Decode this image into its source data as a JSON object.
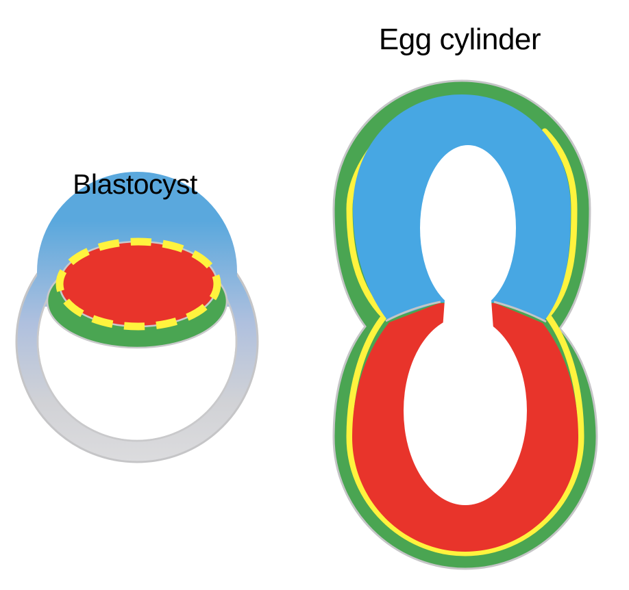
{
  "labels": {
    "blastocyst": "Blastocyst",
    "egg_cylinder": "Egg cylinder"
  },
  "colors": {
    "background": "#ffffff",
    "text": "#000000",
    "outline_gray": "#c5c5c7",
    "green": "#4aa552",
    "red": "#e8342b",
    "yellow": "#fff33e",
    "blue": "#47a7e3",
    "cavity_white": "#ffffff",
    "ring_top_blue": "#5aa8dd",
    "ring_mid_lavender": "#afc0de",
    "ring_bottom_gray": "#dcdcde"
  },
  "figure": {
    "stages": [
      {
        "label": "Blastocyst",
        "layers": [
          "outer ring with blue-to-gray gradient",
          "blue cap region",
          "green layer ellipse",
          "red inner mass ellipse",
          "yellow dashed boundary",
          "white cavity"
        ]
      },
      {
        "label": "Egg cylinder",
        "layers": [
          "green outer layer (figure-eight silhouette)",
          "yellow lining (absent across the top arc)",
          "blue upper lobe",
          "red lower lobe",
          "white central cavities connected by a neck"
        ]
      }
    ]
  }
}
